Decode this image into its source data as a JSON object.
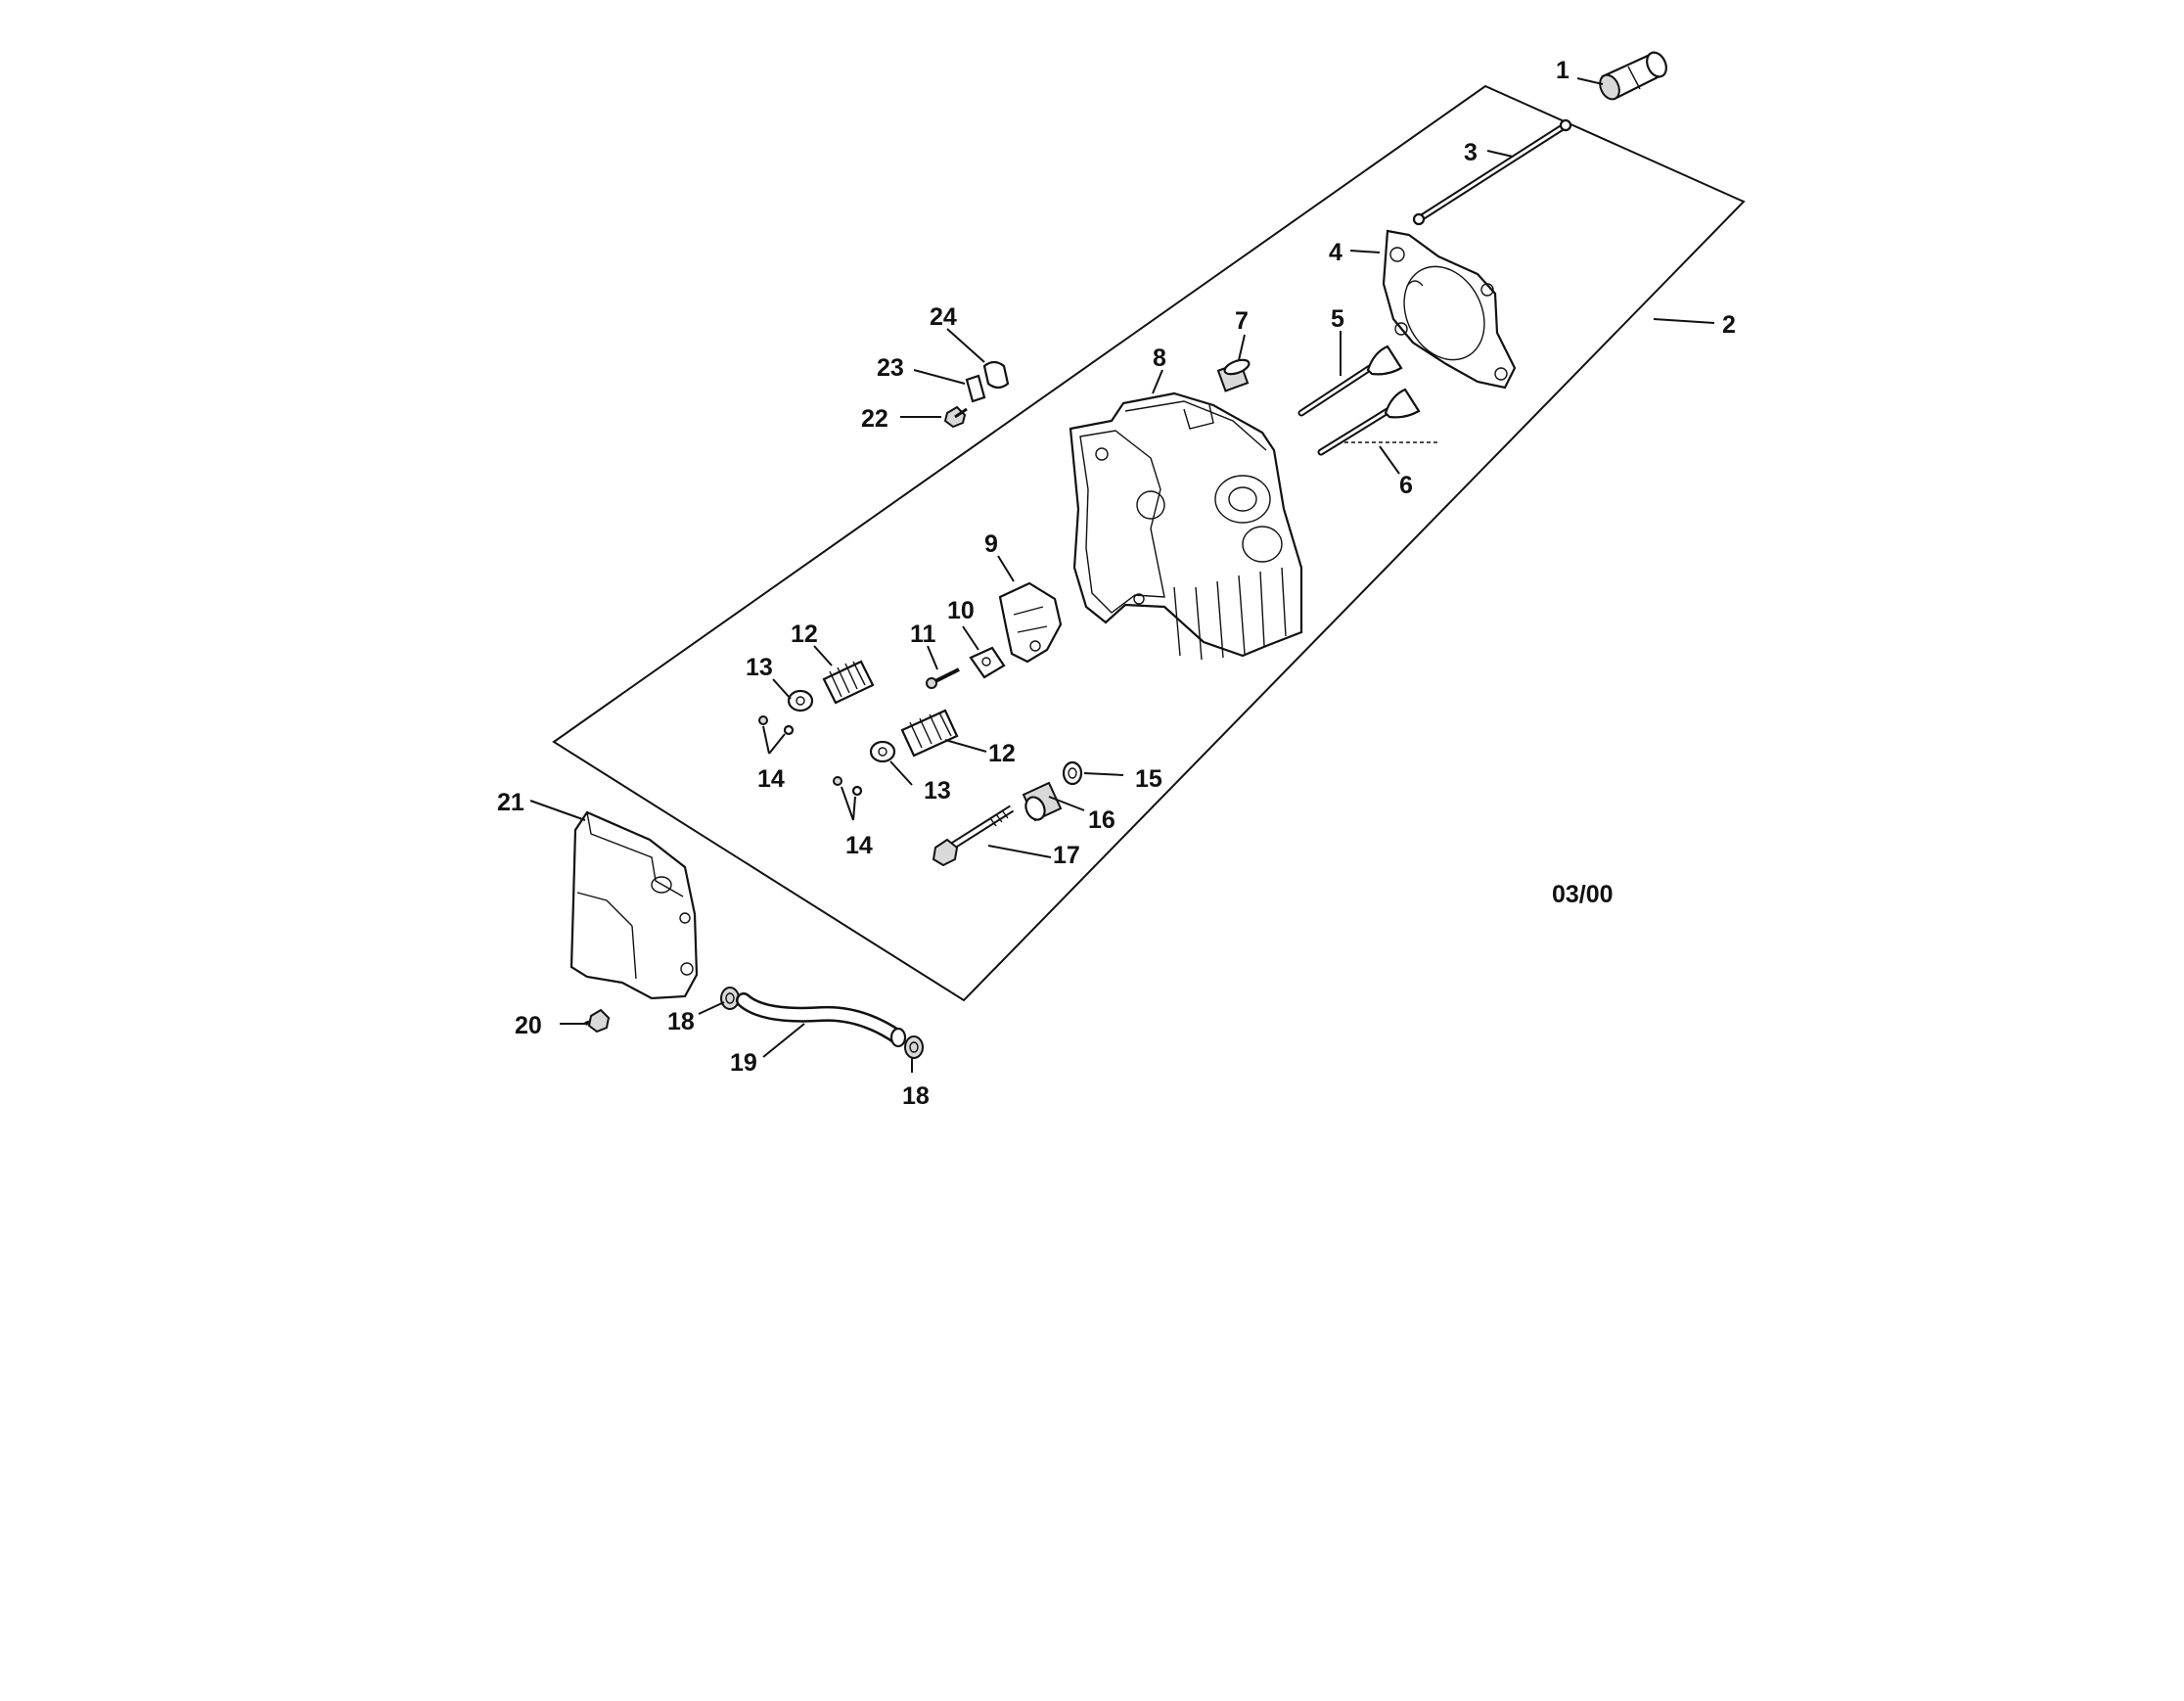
{
  "diagram": {
    "date_code": "03/00",
    "callouts": [
      {
        "id": "c1",
        "label": "1"
      },
      {
        "id": "c2",
        "label": "2"
      },
      {
        "id": "c3",
        "label": "3"
      },
      {
        "id": "c4",
        "label": "4"
      },
      {
        "id": "c5",
        "label": "5"
      },
      {
        "id": "c6",
        "label": "6"
      },
      {
        "id": "c7",
        "label": "7"
      },
      {
        "id": "c8",
        "label": "8"
      },
      {
        "id": "c9",
        "label": "9"
      },
      {
        "id": "c10",
        "label": "10"
      },
      {
        "id": "c11",
        "label": "11"
      },
      {
        "id": "c12a",
        "label": "12"
      },
      {
        "id": "c12b",
        "label": "12"
      },
      {
        "id": "c13a",
        "label": "13"
      },
      {
        "id": "c13b",
        "label": "13"
      },
      {
        "id": "c14a",
        "label": "14"
      },
      {
        "id": "c14b",
        "label": "14"
      },
      {
        "id": "c15",
        "label": "15"
      },
      {
        "id": "c16",
        "label": "16"
      },
      {
        "id": "c17",
        "label": "17"
      },
      {
        "id": "c18a",
        "label": "18"
      },
      {
        "id": "c18b",
        "label": "18"
      },
      {
        "id": "c19",
        "label": "19"
      },
      {
        "id": "c20",
        "label": "20"
      },
      {
        "id": "c21",
        "label": "21"
      },
      {
        "id": "c22",
        "label": "22"
      },
      {
        "id": "c23",
        "label": "23"
      },
      {
        "id": "c24",
        "label": "24"
      }
    ]
  }
}
